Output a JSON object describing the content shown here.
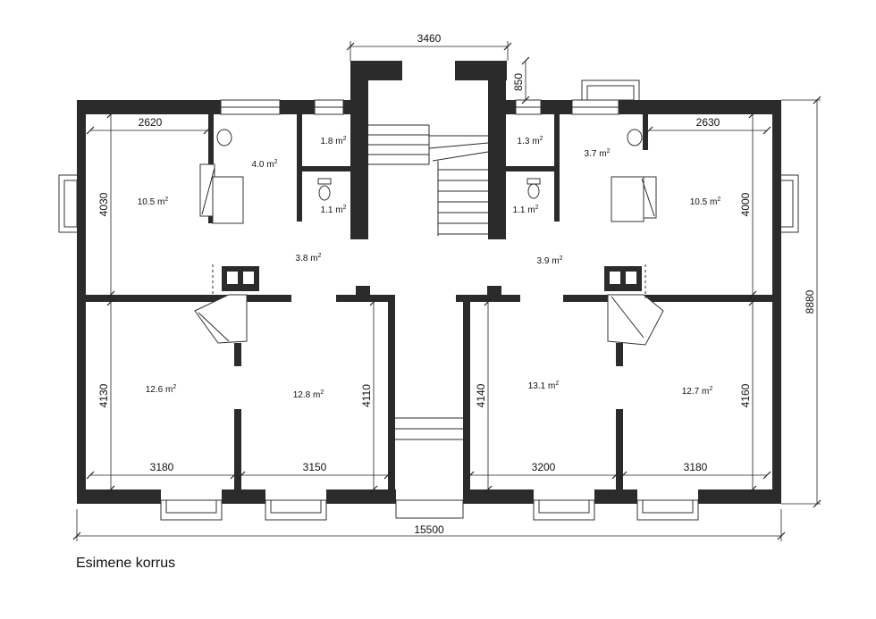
{
  "caption": "Esimene korrus",
  "area_unit": "m",
  "area_exponent": "2",
  "rooms": {
    "left_bedroom_top": "10.5",
    "left_wc_main": "4.0",
    "left_storage_top": "1.8",
    "left_wc_small": "1.1",
    "left_hall": "3.8",
    "left_room_bottom_left": "12.6",
    "left_room_bottom_right": "12.8",
    "right_storage_top": "1.3",
    "right_wc_main": "3.7",
    "right_wc_small": "1.1",
    "right_bedroom_top": "10.5",
    "right_hall": "3.9",
    "right_room_bottom_left": "13.1",
    "right_room_bottom_right": "12.7"
  },
  "dimensions": {
    "stair_width": "3460",
    "stair_depth": "850",
    "left_top_width": "2620",
    "right_top_width": "2630",
    "left_top_height": "4030",
    "right_top_height": "4000",
    "total_height": "8880",
    "left_bottom_height": "4130",
    "center_left_height": "4110",
    "center_right_height": "4140",
    "right_bottom_height": "4160",
    "bottom_w1": "3180",
    "bottom_w2": "3150",
    "bottom_w3": "3200",
    "bottom_w4": "3180",
    "total_width": "15500"
  }
}
